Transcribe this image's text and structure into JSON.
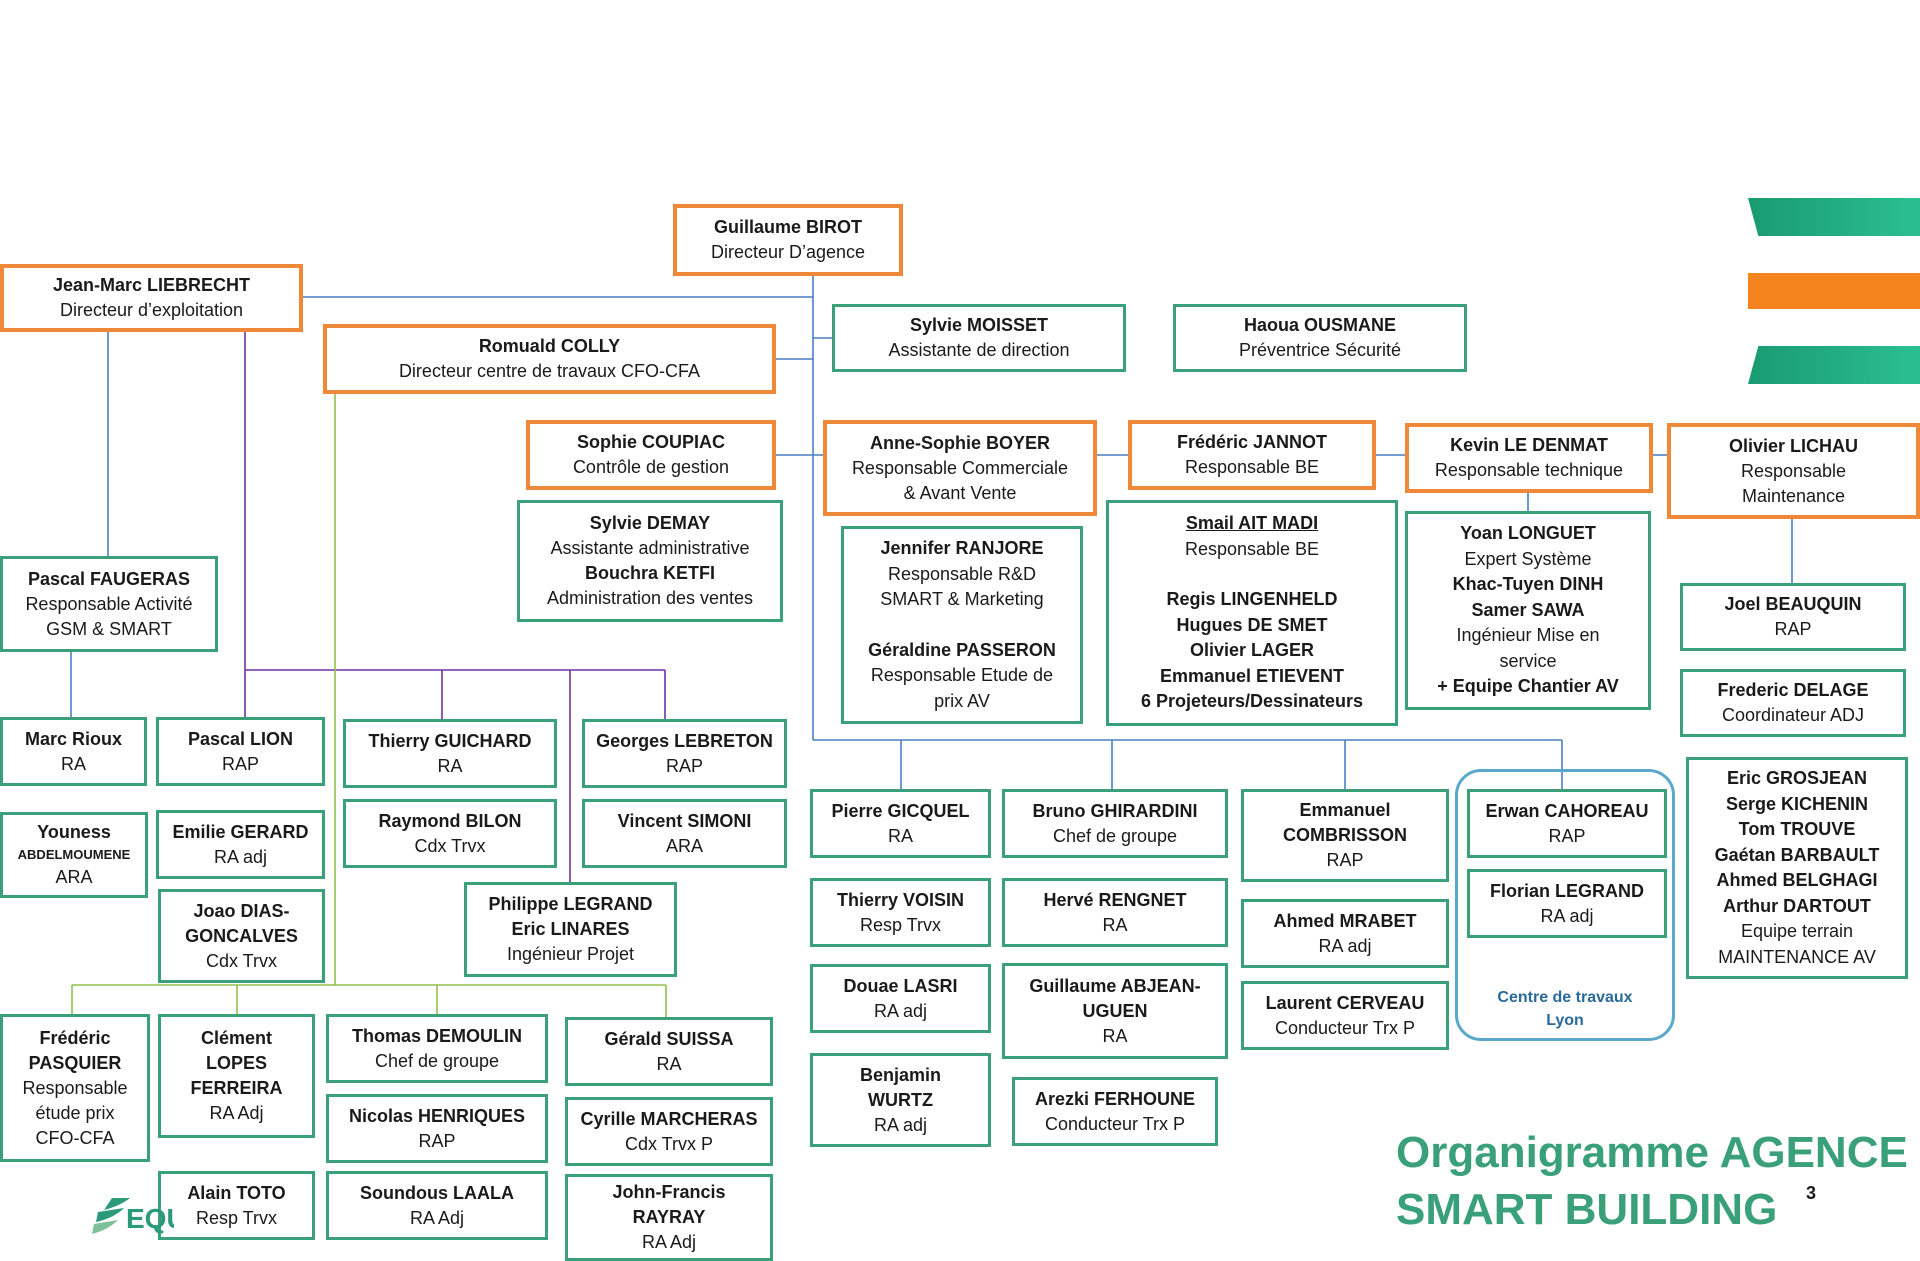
{
  "chart_title": [
    "Organigramme AGENCE",
    "SMART BUILDING"
  ],
  "page_number": "3",
  "logo_text": "EQUANS",
  "colors": {
    "management_border": "#f0883a",
    "staff_border": "#3aa07a",
    "lyon_group": "#5aa9cc",
    "title": "#3aa07a",
    "connector_blue": "#4a7fc1",
    "connector_purple": "#7030a0",
    "connector_green": "#92c04c"
  },
  "nodes": [
    {
      "id": "birot",
      "style": "o",
      "lines": [
        {
          "t": "Guillaume BIROT",
          "b": true
        },
        {
          "t": "Directeur D’agence"
        }
      ]
    },
    {
      "id": "liebrecht",
      "style": "o",
      "lines": [
        {
          "t": "Jean-Marc LIEBRECHT",
          "b": true
        },
        {
          "t": "Directeur d’exploitation"
        }
      ]
    },
    {
      "id": "colly",
      "style": "o",
      "lines": [
        {
          "t": "Romuald COLLY",
          "b": true
        },
        {
          "t": "Directeur centre de travaux CFO-CFA"
        }
      ]
    },
    {
      "id": "moisset",
      "style": "g",
      "lines": [
        {
          "t": "Sylvie MOISSET",
          "b": true
        },
        {
          "t": "Assistante de direction"
        }
      ]
    },
    {
      "id": "ousmane",
      "style": "g",
      "lines": [
        {
          "t": "Haoua OUSMANE",
          "b": true
        },
        {
          "t": "Préventrice Sécurité"
        }
      ]
    },
    {
      "id": "coupiac",
      "style": "o",
      "lines": [
        {
          "t": "Sophie COUPIAC",
          "b": true
        },
        {
          "t": "Contrôle de gestion"
        }
      ]
    },
    {
      "id": "demay",
      "style": "g",
      "lines": [
        {
          "t": "Sylvie DEMAY",
          "b": true
        },
        {
          "t": "Assistante administrative"
        },
        {
          "t": "Bouchra KETFI",
          "b": true
        },
        {
          "t": "Administration des ventes"
        }
      ]
    },
    {
      "id": "boyer",
      "style": "o",
      "lines": [
        {
          "t": "Anne-Sophie BOYER",
          "b": true
        },
        {
          "t": "Responsable Commerciale"
        },
        {
          "t": "& Avant Vente"
        }
      ]
    },
    {
      "id": "ranjore",
      "style": "g",
      "lines": [
        {
          "t": "Jennifer RANJORE",
          "b": true
        },
        {
          "t": "Responsable R&D"
        },
        {
          "t": "SMART & Marketing"
        },
        {
          "t": "",
          "blank": true
        },
        {
          "t": "Géraldine PASSERON",
          "b": true
        },
        {
          "t": "Responsable Etude de"
        },
        {
          "t": "prix AV"
        }
      ]
    },
    {
      "id": "jannot",
      "style": "o",
      "lines": [
        {
          "t": "Frédéric JANNOT",
          "b": true
        },
        {
          "t": "Responsable BE"
        }
      ]
    },
    {
      "id": "aitmadi",
      "style": "g",
      "lines": [
        {
          "t": "Smail AIT MADI",
          "b": true
        },
        {
          "t": "Responsable BE"
        },
        {
          "t": "",
          "blank": true
        },
        {
          "t": "Regis LINGENHELD",
          "b": true
        },
        {
          "t": "Hugues DE SMET",
          "b": true
        },
        {
          "t": "Olivier LAGER",
          "b": true
        },
        {
          "t": "Emmanuel ETIEVENT",
          "b": true
        },
        {
          "t": "6 Projeteurs/Dessinateurs",
          "b": true
        }
      ]
    },
    {
      "id": "ledenmat",
      "style": "o",
      "lines": [
        {
          "t": "Kevin LE DENMAT",
          "b": true
        },
        {
          "t": "Responsable technique"
        }
      ]
    },
    {
      "id": "longuet",
      "style": "g",
      "lines": [
        {
          "t": "Yoan LONGUET",
          "b": true
        },
        {
          "t": "Expert Système"
        },
        {
          "t": "Khac-Tuyen DINH",
          "b": true
        },
        {
          "t": "Samer SAWA",
          "b": true
        },
        {
          "t": "Ingénieur Mise en"
        },
        {
          "t": "service"
        },
        {
          "t": "+ Equipe Chantier AV",
          "b": true
        }
      ]
    },
    {
      "id": "lichau",
      "style": "o",
      "lines": [
        {
          "t": "Olivier LICHAU",
          "b": true
        },
        {
          "t": "Responsable"
        },
        {
          "t": "Maintenance"
        }
      ]
    },
    {
      "id": "beauquin",
      "style": "g",
      "lines": [
        {
          "t": "Joel BEAUQUIN",
          "b": true
        },
        {
          "t": "RAP"
        }
      ]
    },
    {
      "id": "delage",
      "style": "g",
      "lines": [
        {
          "t": "Frederic DELAGE",
          "b": true
        },
        {
          "t": "Coordinateur ADJ"
        }
      ]
    },
    {
      "id": "grosjean",
      "style": "g",
      "lines": [
        {
          "t": "Eric GROSJEAN",
          "b": true
        },
        {
          "t": "Serge KICHENIN",
          "b": true
        },
        {
          "t": "Tom TROUVE",
          "b": true
        },
        {
          "t": "Gaétan BARBAULT",
          "b": true
        },
        {
          "t": "Ahmed BELGHAGI",
          "b": true
        },
        {
          "t": "Arthur DARTOUT",
          "b": true
        },
        {
          "t": "Equipe terrain"
        },
        {
          "t": "MAINTENANCE AV"
        }
      ]
    },
    {
      "id": "faugeras",
      "style": "g",
      "lines": [
        {
          "t": "Pascal FAUGERAS",
          "b": true
        },
        {
          "t": "Responsable Activité"
        },
        {
          "t": "GSM & SMART"
        }
      ]
    },
    {
      "id": "rioux",
      "style": "g",
      "lines": [
        {
          "t": "Marc Rioux",
          "b": true
        },
        {
          "t": "RA"
        }
      ]
    },
    {
      "id": "abdelmoumene",
      "style": "g",
      "lines": [
        {
          "t": "Youness",
          "b": true
        },
        {
          "t": "ABDELMOUMENE",
          "sm": true
        },
        {
          "t": "ARA"
        }
      ]
    },
    {
      "id": "lion",
      "style": "g",
      "lines": [
        {
          "t": "Pascal LION",
          "b": true
        },
        {
          "t": "RAP"
        }
      ]
    },
    {
      "id": "gerard",
      "style": "g",
      "lines": [
        {
          "t": "Emilie GERARD",
          "b": true
        },
        {
          "t": "RA adj"
        }
      ]
    },
    {
      "id": "dias",
      "style": "g",
      "lines": [
        {
          "t": "Joao DIAS-",
          "b": true
        },
        {
          "t": "GONCALVES",
          "b": true
        },
        {
          "t": "Cdx Trvx"
        }
      ]
    },
    {
      "id": "guichard",
      "style": "g",
      "lines": [
        {
          "t": "Thierry GUICHARD",
          "b": true
        },
        {
          "t": "RA"
        }
      ]
    },
    {
      "id": "bilon",
      "style": "g",
      "lines": [
        {
          "t": "Raymond BILON",
          "b": true
        },
        {
          "t": "Cdx Trvx"
        }
      ]
    },
    {
      "id": "lebreton",
      "style": "g",
      "lines": [
        {
          "t": "Georges LEBRETON",
          "b": true
        },
        {
          "t": "RAP"
        }
      ]
    },
    {
      "id": "simoni",
      "style": "g",
      "lines": [
        {
          "t": "Vincent SIMONI",
          "b": true
        },
        {
          "t": "ARA"
        }
      ]
    },
    {
      "id": "plegrand",
      "style": "g",
      "lines": [
        {
          "t": "Philippe LEGRAND",
          "b": true
        },
        {
          "t": "Eric LINARES",
          "b": true
        },
        {
          "t": "Ingénieur Projet"
        }
      ]
    },
    {
      "id": "pasquier",
      "style": "g",
      "lines": [
        {
          "t": "Frédéric",
          "b": true
        },
        {
          "t": "PASQUIER",
          "b": true
        },
        {
          "t": "Responsable"
        },
        {
          "t": "étude prix"
        },
        {
          "t": "CFO-CFA"
        }
      ]
    },
    {
      "id": "lopes",
      "style": "g",
      "lines": [
        {
          "t": "Clément",
          "b": true
        },
        {
          "t": "LOPES",
          "b": true
        },
        {
          "t": "FERREIRA",
          "b": true
        },
        {
          "t": "RA Adj"
        }
      ]
    },
    {
      "id": "toto",
      "style": "g",
      "lines": [
        {
          "t": "Alain TOTO",
          "b": true
        },
        {
          "t": "Resp Trvx"
        }
      ]
    },
    {
      "id": "demoulin",
      "style": "g",
      "lines": [
        {
          "t": "Thomas DEMOULIN",
          "b": true
        },
        {
          "t": "Chef de groupe"
        }
      ]
    },
    {
      "id": "henriques",
      "style": "g",
      "lines": [
        {
          "t": "Nicolas HENRIQUES",
          "b": true
        },
        {
          "t": "RAP"
        }
      ]
    },
    {
      "id": "laala",
      "style": "g",
      "lines": [
        {
          "t": "Soundous LAALA",
          "b": true
        },
        {
          "t": "RA Adj"
        }
      ]
    },
    {
      "id": "suissa",
      "style": "g",
      "lines": [
        {
          "t": "Gérald SUISSA",
          "b": true
        },
        {
          "t": "RA"
        }
      ]
    },
    {
      "id": "marcheras",
      "style": "g",
      "lines": [
        {
          "t": "Cyrille MARCHERAS",
          "b": true
        },
        {
          "t": "Cdx Trvx P"
        }
      ]
    },
    {
      "id": "rayray",
      "style": "g",
      "lines": [
        {
          "t": "John-Francis",
          "b": true
        },
        {
          "t": "RAYRAY",
          "b": true
        },
        {
          "t": "RA Adj"
        }
      ]
    },
    {
      "id": "gicquel",
      "style": "g",
      "lines": [
        {
          "t": "Pierre GICQUEL",
          "b": true
        },
        {
          "t": "RA"
        }
      ]
    },
    {
      "id": "voisin",
      "style": "g",
      "lines": [
        {
          "t": "Thierry VOISIN",
          "b": true
        },
        {
          "t": "Resp Trvx"
        }
      ]
    },
    {
      "id": "lasri",
      "style": "g",
      "lines": [
        {
          "t": "Douae LASRI",
          "b": true
        },
        {
          "t": "RA adj"
        }
      ]
    },
    {
      "id": "wurtz",
      "style": "g",
      "lines": [
        {
          "t": "Benjamin",
          "b": true
        },
        {
          "t": "WURTZ",
          "b": true
        },
        {
          "t": "RA adj"
        }
      ]
    },
    {
      "id": "ghirardini",
      "style": "g",
      "lines": [
        {
          "t": "Bruno GHIRARDINI",
          "b": true
        },
        {
          "t": "Chef de groupe"
        }
      ]
    },
    {
      "id": "rengnet",
      "style": "g",
      "lines": [
        {
          "t": "Hervé RENGNET",
          "b": true
        },
        {
          "t": "RA"
        }
      ]
    },
    {
      "id": "abjean",
      "style": "g",
      "lines": [
        {
          "t": "Guillaume ABJEAN-",
          "b": true
        },
        {
          "t": "UGUEN",
          "b": true
        },
        {
          "t": "RA"
        }
      ]
    },
    {
      "id": "ferhoune",
      "style": "g",
      "lines": [
        {
          "t": "Arezki FERHOUNE",
          "b": true
        },
        {
          "t": "Conducteur Trx P"
        }
      ]
    },
    {
      "id": "combrisson",
      "style": "g",
      "lines": [
        {
          "t": "Emmanuel",
          "b": true
        },
        {
          "t": "COMBRISSON",
          "b": true
        },
        {
          "t": "RAP"
        }
      ]
    },
    {
      "id": "mrabet",
      "style": "g",
      "lines": [
        {
          "t": "Ahmed MRABET",
          "b": true
        },
        {
          "t": "RA adj"
        }
      ]
    },
    {
      "id": "cerveau",
      "style": "g",
      "lines": [
        {
          "t": "Laurent CERVEAU",
          "b": true
        },
        {
          "t": "Conducteur Trx P"
        }
      ]
    },
    {
      "id": "cahoreau",
      "style": "g",
      "lines": [
        {
          "t": "Erwan CAHOREAU",
          "b": true
        },
        {
          "t": "RAP"
        }
      ]
    },
    {
      "id": "flegrand",
      "style": "g",
      "lines": [
        {
          "t": "Florian LEGRAND",
          "b": true
        },
        {
          "t": "RA adj"
        }
      ]
    }
  ],
  "lyon_group": {
    "label_lines": [
      "Centre de travaux",
      "Lyon"
    ]
  }
}
